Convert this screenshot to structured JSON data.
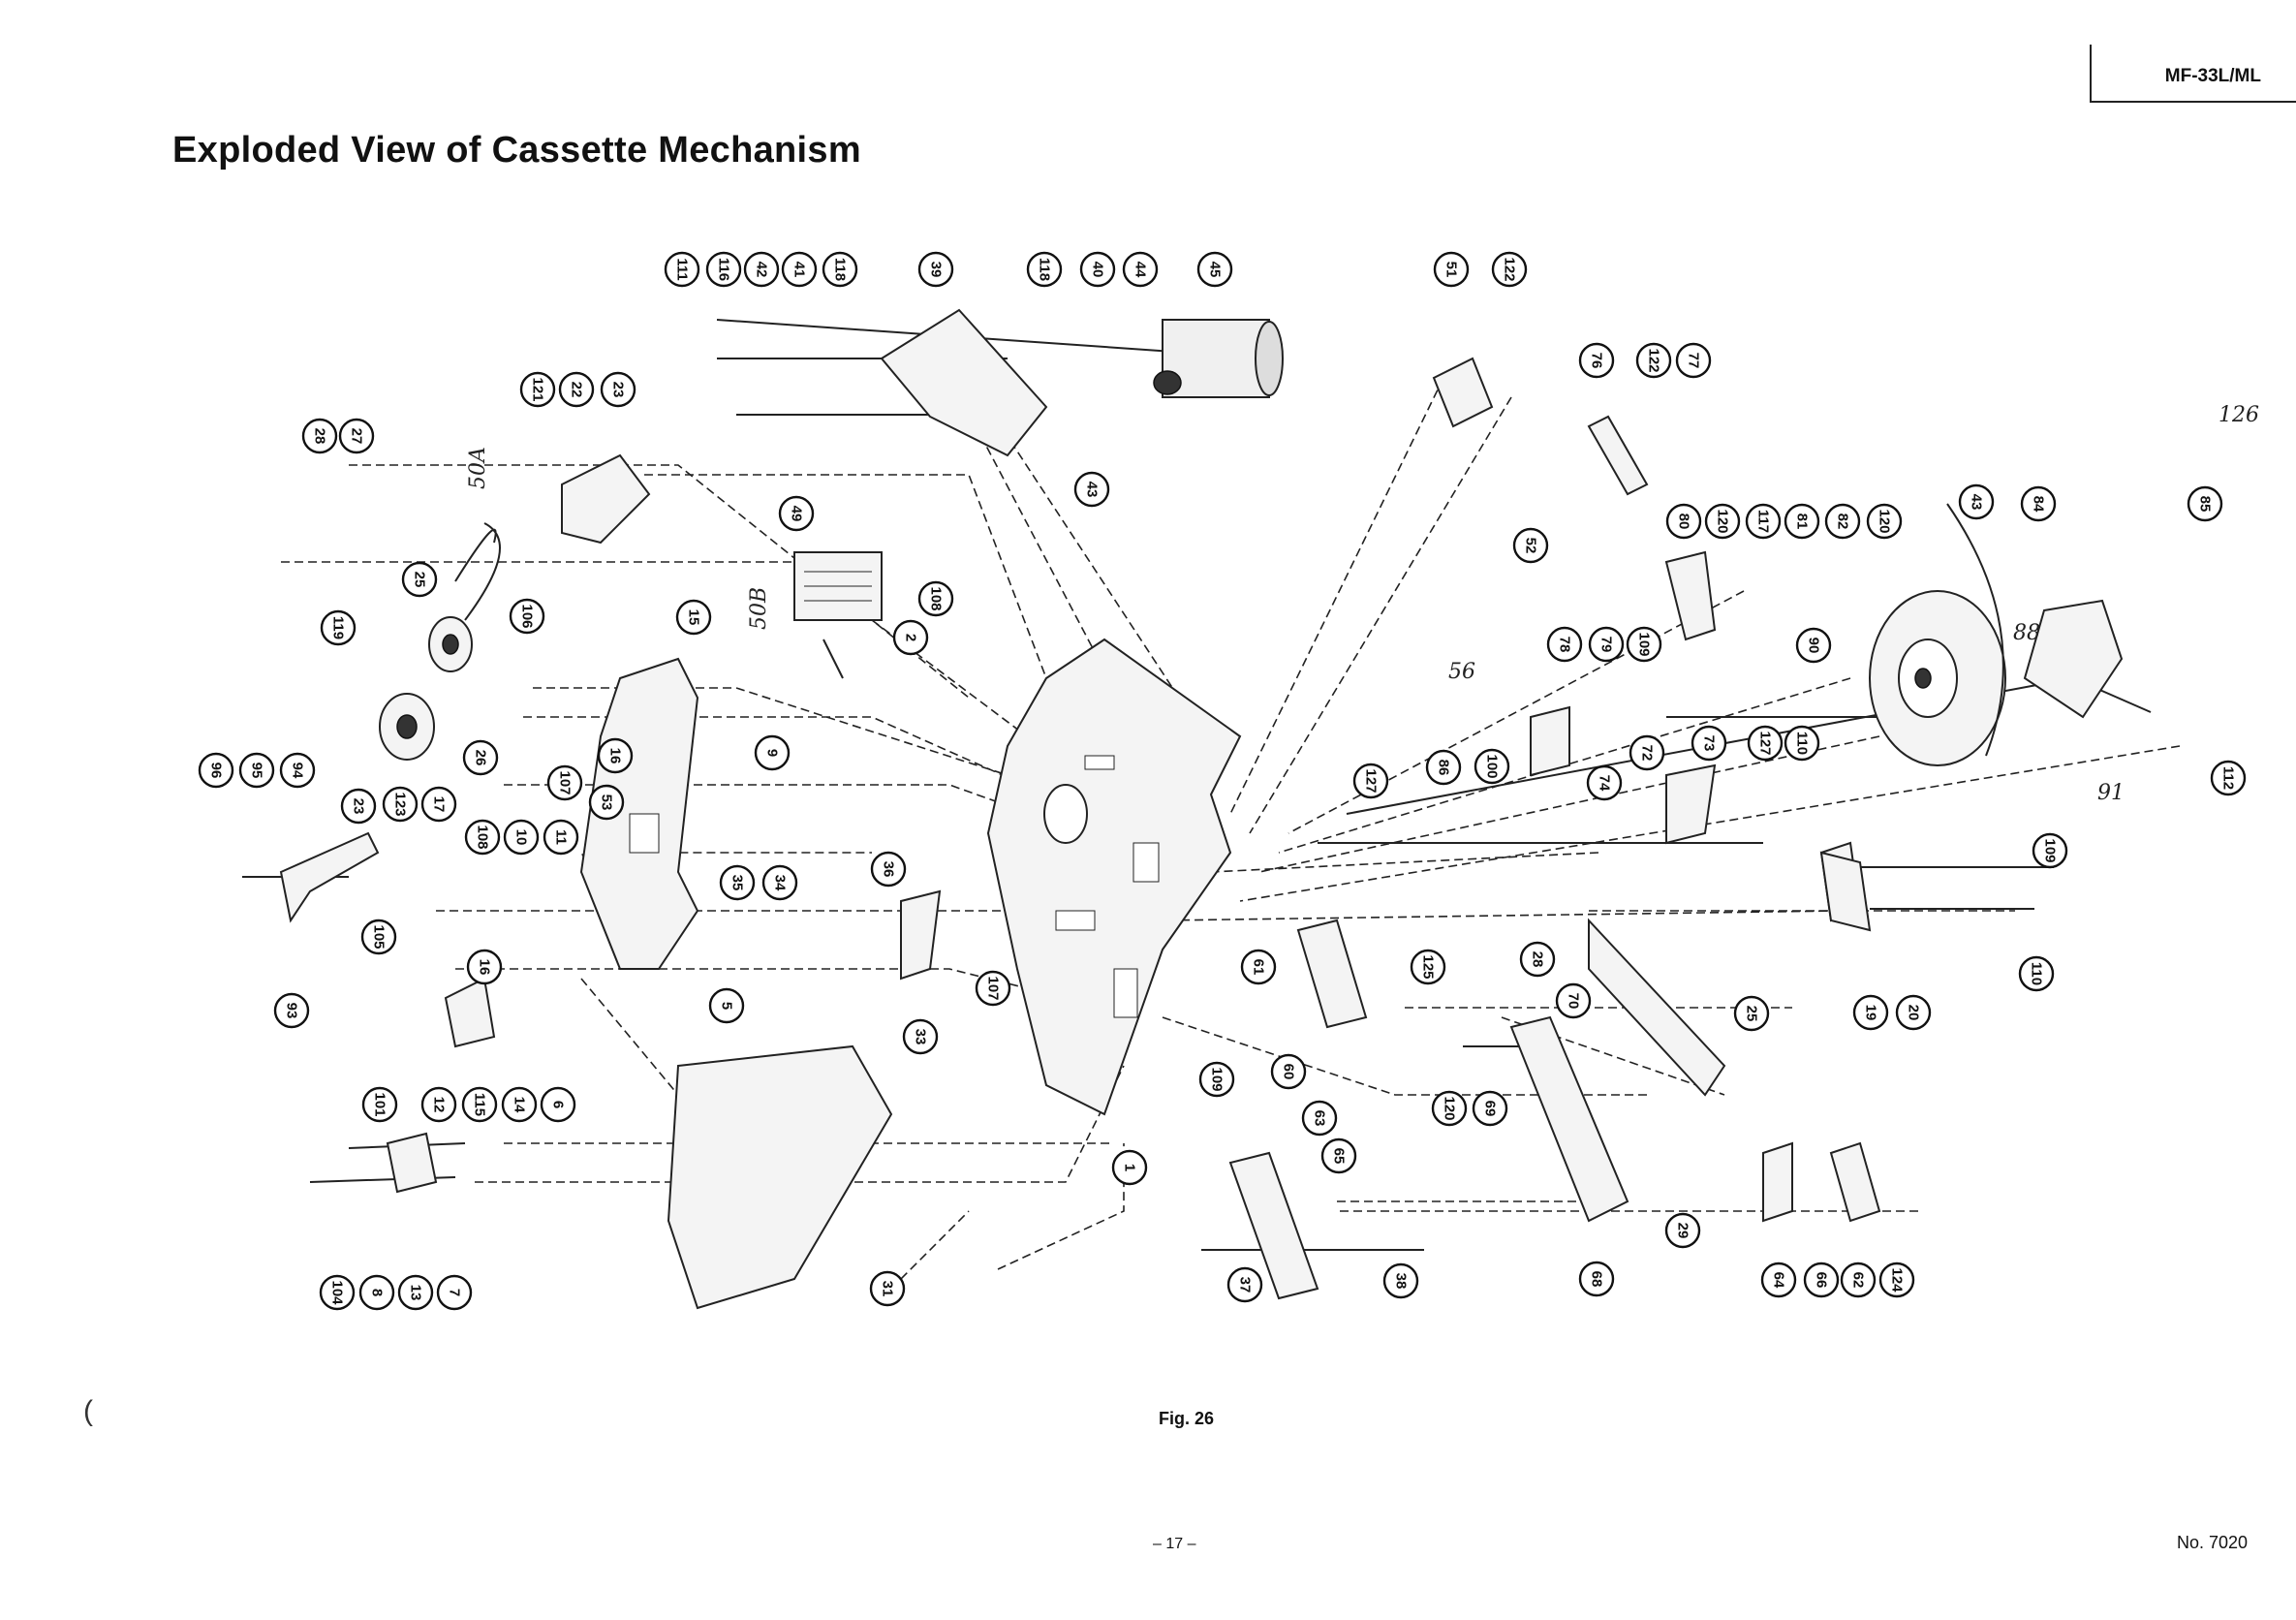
{
  "header": {
    "model": "MF-33L/ML",
    "title": "Exploded View of Cassette Mechanism"
  },
  "figure": {
    "caption": "Fig. 26",
    "callouts": [
      {
        "n": "111"
      },
      {
        "n": "116"
      },
      {
        "n": "42"
      },
      {
        "n": "41"
      },
      {
        "n": "118"
      },
      {
        "n": "39"
      },
      {
        "n": "118"
      },
      {
        "n": "40"
      },
      {
        "n": "44"
      },
      {
        "n": "45"
      },
      {
        "n": "51"
      },
      {
        "n": "122"
      },
      {
        "n": "76"
      },
      {
        "n": "122"
      },
      {
        "n": "77"
      },
      {
        "n": "28"
      },
      {
        "n": "27"
      },
      {
        "n": "121"
      },
      {
        "n": "22"
      },
      {
        "n": "23"
      },
      {
        "n": "43"
      },
      {
        "n": "49"
      },
      {
        "n": "52"
      },
      {
        "n": "80"
      },
      {
        "n": "120"
      },
      {
        "n": "117"
      },
      {
        "n": "81"
      },
      {
        "n": "82"
      },
      {
        "n": "120"
      },
      {
        "n": "43"
      },
      {
        "n": "84"
      },
      {
        "n": "85"
      },
      {
        "n": "119"
      },
      {
        "n": "25"
      },
      {
        "n": "106"
      },
      {
        "n": "15"
      },
      {
        "n": "108"
      },
      {
        "n": "2"
      },
      {
        "n": "78"
      },
      {
        "n": "79"
      },
      {
        "n": "109"
      },
      {
        "n": "90"
      },
      {
        "n": "96"
      },
      {
        "n": "95"
      },
      {
        "n": "94"
      },
      {
        "n": "23"
      },
      {
        "n": "26"
      },
      {
        "n": "107"
      },
      {
        "n": "16"
      },
      {
        "n": "9"
      },
      {
        "n": "127"
      },
      {
        "n": "86"
      },
      {
        "n": "100"
      },
      {
        "n": "74"
      },
      {
        "n": "72"
      },
      {
        "n": "73"
      },
      {
        "n": "127"
      },
      {
        "n": "110"
      },
      {
        "n": "112"
      },
      {
        "n": "123"
      },
      {
        "n": "17"
      },
      {
        "n": "108"
      },
      {
        "n": "10"
      },
      {
        "n": "11"
      },
      {
        "n": "53"
      },
      {
        "n": "35"
      },
      {
        "n": "34"
      },
      {
        "n": "36"
      },
      {
        "n": "109"
      },
      {
        "n": "93"
      },
      {
        "n": "16"
      },
      {
        "n": "5"
      },
      {
        "n": "105"
      },
      {
        "n": "33"
      },
      {
        "n": "107"
      },
      {
        "n": "61"
      },
      {
        "n": "125"
      },
      {
        "n": "28"
      },
      {
        "n": "70"
      },
      {
        "n": "19"
      },
      {
        "n": "20"
      },
      {
        "n": "110"
      },
      {
        "n": "101"
      },
      {
        "n": "12"
      },
      {
        "n": "115"
      },
      {
        "n": "14"
      },
      {
        "n": "6"
      },
      {
        "n": "109"
      },
      {
        "n": "60"
      },
      {
        "n": "63"
      },
      {
        "n": "65"
      },
      {
        "n": "120"
      },
      {
        "n": "69"
      },
      {
        "n": "25"
      },
      {
        "n": "1"
      },
      {
        "n": "104"
      },
      {
        "n": "8"
      },
      {
        "n": "13"
      },
      {
        "n": "7"
      },
      {
        "n": "31"
      },
      {
        "n": "37"
      },
      {
        "n": "38"
      },
      {
        "n": "68"
      },
      {
        "n": "29"
      },
      {
        "n": "64"
      },
      {
        "n": "66"
      },
      {
        "n": "62"
      },
      {
        "n": "124"
      }
    ],
    "handwritten": [
      "50A",
      "50B",
      "56",
      "88",
      "91",
      "126"
    ]
  },
  "footer": {
    "page": "– 17 –",
    "doc_number": "No. 7020",
    "margin_mark": "("
  }
}
